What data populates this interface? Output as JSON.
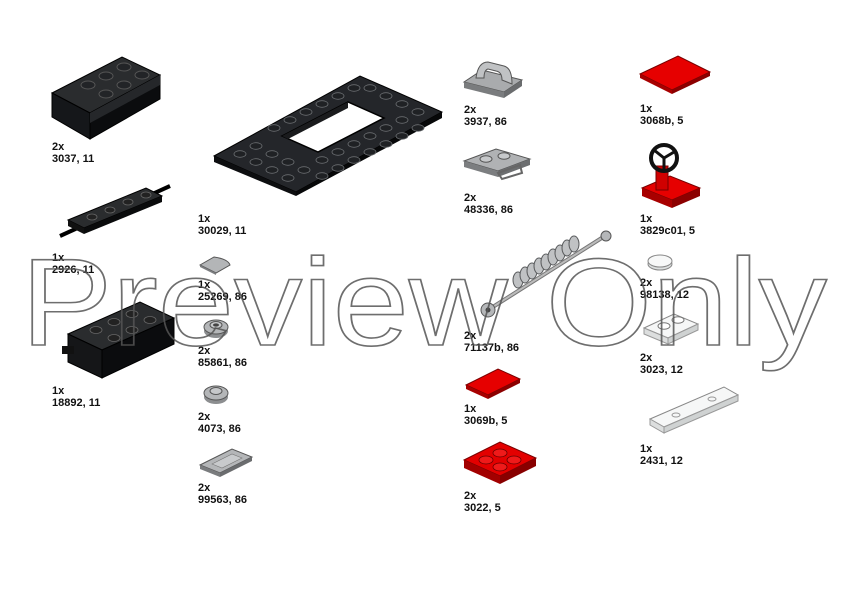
{
  "parts": [
    {
      "id": "p1",
      "qty": "2x",
      "code": "3037, 11",
      "icon": "black-slope-brick-icon"
    },
    {
      "id": "p2",
      "qty": "1x",
      "code": "2926, 11",
      "icon": "black-axle-plate-icon"
    },
    {
      "id": "p3",
      "qty": "1x",
      "code": "18892, 11",
      "icon": "black-wheel-holder-brick-icon"
    },
    {
      "id": "p4",
      "qty": "1x",
      "code": "30029, 11",
      "icon": "black-car-base-plate-icon"
    },
    {
      "id": "p5",
      "qty": "1x",
      "code": "25269, 86",
      "icon": "gray-quarter-round-tile-icon"
    },
    {
      "id": "p6",
      "qty": "2x",
      "code": "85861, 86",
      "icon": "gray-round-plate-with-hole-icon"
    },
    {
      "id": "p7",
      "qty": "2x",
      "code": "4073, 86",
      "icon": "gray-round-plate-icon"
    },
    {
      "id": "p8",
      "qty": "2x",
      "code": "99563, 86",
      "icon": "gray-ingot-tile-icon"
    },
    {
      "id": "p9",
      "qty": "2x",
      "code": "3937, 86",
      "icon": "gray-hinge-base-icon"
    },
    {
      "id": "p10",
      "qty": "2x",
      "code": "48336, 86",
      "icon": "gray-handle-plate-icon"
    },
    {
      "id": "p11",
      "qty": "2x",
      "code": "71137b, 86",
      "icon": "gray-shock-absorber-icon"
    },
    {
      "id": "p12",
      "qty": "1x",
      "code": "3069b, 5",
      "icon": "red-1x2-tile-icon"
    },
    {
      "id": "p13",
      "qty": "2x",
      "code": "3022, 5",
      "icon": "red-2x2-plate-icon"
    },
    {
      "id": "p14",
      "qty": "1x",
      "code": "3068b, 5",
      "icon": "red-2x2-tile-icon"
    },
    {
      "id": "p15",
      "qty": "1x",
      "code": "3829c01, 5",
      "icon": "red-steering-wheel-icon"
    },
    {
      "id": "p16",
      "qty": "2x",
      "code": "98138, 12",
      "icon": "clear-round-tile-icon"
    },
    {
      "id": "p17",
      "qty": "2x",
      "code": "3023, 12",
      "icon": "clear-1x2-plate-icon"
    },
    {
      "id": "p18",
      "qty": "1x",
      "code": "2431, 12",
      "icon": "clear-1x4-tile-icon"
    }
  ],
  "watermark": "Preview Only",
  "colors": {
    "black": "#111315",
    "gray": "#a8aaac",
    "red": "#e00000",
    "clear": "#f2f4f4"
  }
}
